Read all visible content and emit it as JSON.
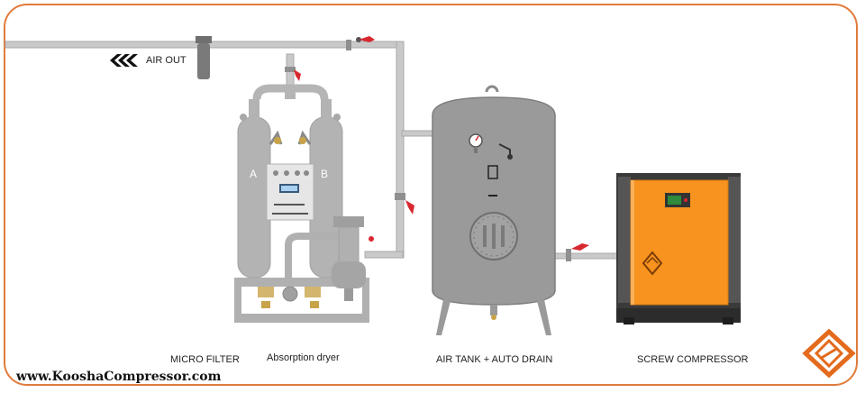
{
  "labels": {
    "air_out": "AIR OUT",
    "tower_a": "A",
    "tower_b": "B",
    "micro_filter": "MICRO FILTER",
    "absorption_dryer": "Absorption dryer",
    "air_tank": "AIR TANK + AUTO DRAIN",
    "screw_compressor": "SCREW COMPRESSOR",
    "website": "www.KooshaCompressor.com"
  },
  "colors": {
    "frame": "#e07b3a",
    "pipe": "#c9c9c9",
    "equipment_gray": "#9a9a9a",
    "compressor_orange": "#f7931e",
    "valve_red": "#d8282f",
    "display_green": "#2f8a3c",
    "logo_orange": "#e46a1c"
  },
  "icons": {
    "air_out_arrows": "triple-chevron-left-icon",
    "brand_logo": "koosha-logo-icon"
  }
}
